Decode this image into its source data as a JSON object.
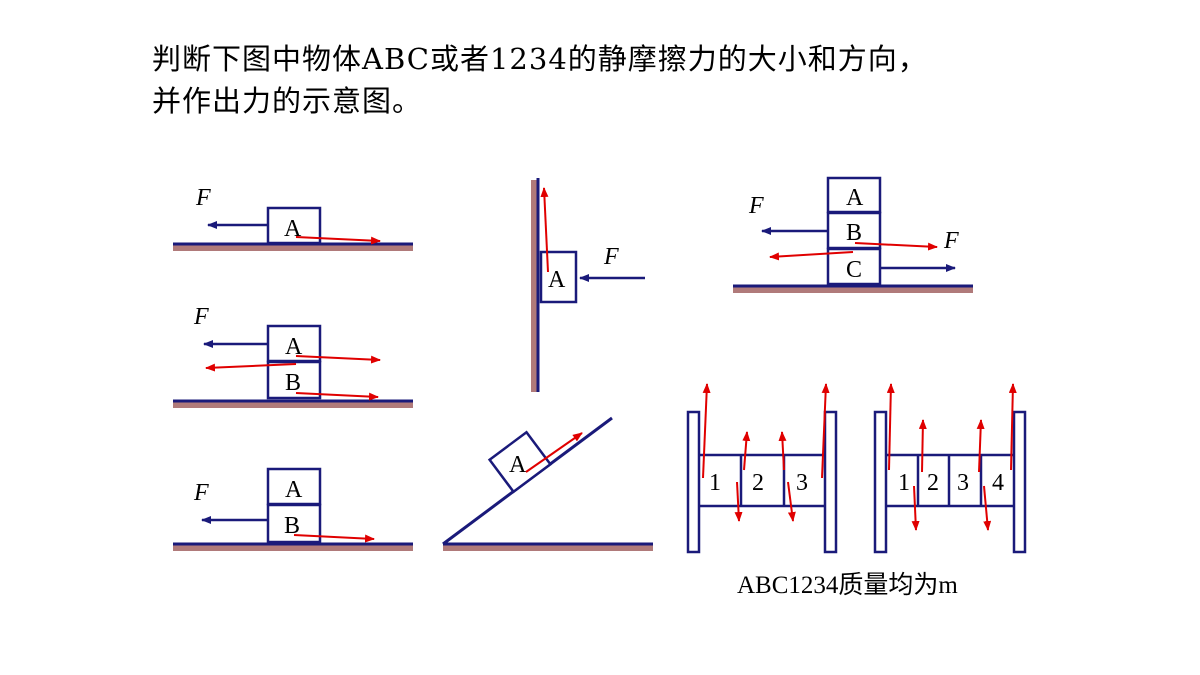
{
  "question": {
    "line1": "判断下图中物体ABC或者1234的静摩擦力的大小和方向，",
    "line2": "并作出力的示意图。"
  },
  "labels": {
    "force": "F",
    "A": "A",
    "B": "B",
    "C": "C",
    "n1": "1",
    "n2": "2",
    "n3": "3",
    "n4": "4"
  },
  "mass_note": "ABC1234质量均为m",
  "colors": {
    "outline": "#1a1a7a",
    "force_arrow": "#e00000",
    "ground_shadow": "#b07a7a"
  }
}
